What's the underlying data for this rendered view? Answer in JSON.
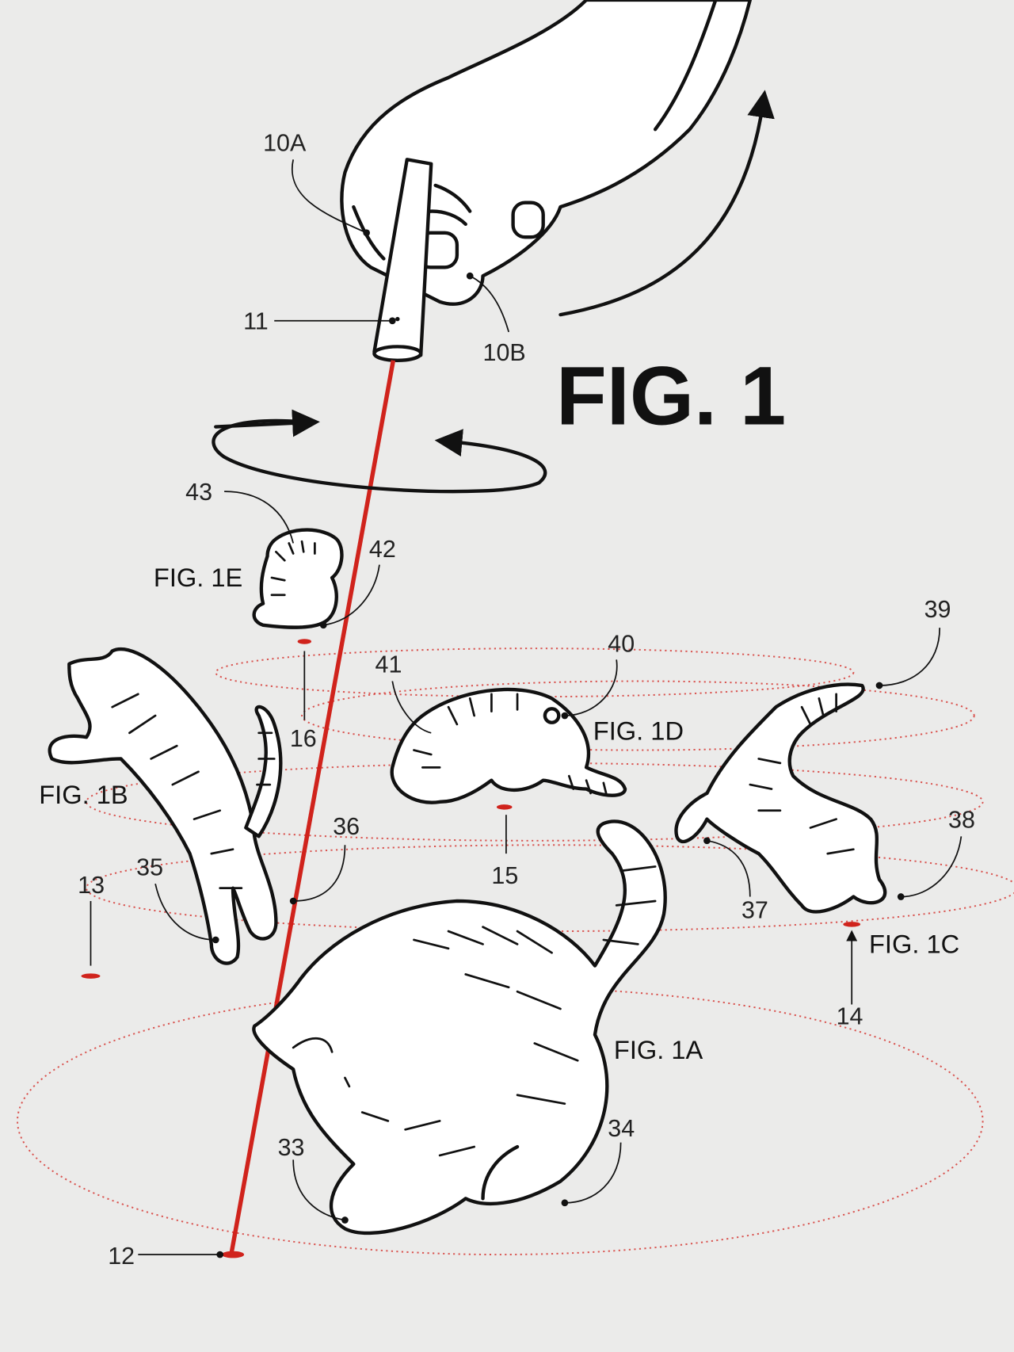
{
  "figure": {
    "main_title": "FIG. 1",
    "sub_figures": {
      "a": "FIG. 1A",
      "b": "FIG. 1B",
      "c": "FIG. 1C",
      "d": "FIG. 1D",
      "e": "FIG. 1E"
    },
    "reference_numerals": {
      "r10a": "10A",
      "r10b": "10B",
      "r11": "11",
      "r12": "12",
      "r13": "13",
      "r14": "14",
      "r15": "15",
      "r16": "16",
      "r33": "33",
      "r34": "34",
      "r35": "35",
      "r36": "36",
      "r37": "37",
      "r38": "38",
      "r39": "39",
      "r40": "40",
      "r41": "41",
      "r42": "42",
      "r43": "43"
    },
    "colors": {
      "background": "#ebebea",
      "laser": "#d0231c",
      "ink": "#111111"
    }
  }
}
